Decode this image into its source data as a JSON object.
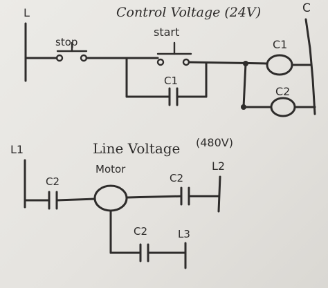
{
  "control_section": {
    "title": "Control Voltage (24V)",
    "left_rail_label": "L",
    "right_rail_label": "C",
    "stop_label": "stop",
    "start_label": "start",
    "holding_contact_label": "C1",
    "coil_c1_label": "C1",
    "coil_c2_label": "C2"
  },
  "line_section": {
    "title": "Line Voltage",
    "voltage_label": "(480V)",
    "l1_label": "L1",
    "l2_label": "L2",
    "l3_label": "L3",
    "contact_left_label": "C2",
    "contact_right_label": "C2",
    "contact_bottom_label": "C2",
    "motor_label": "Motor"
  }
}
